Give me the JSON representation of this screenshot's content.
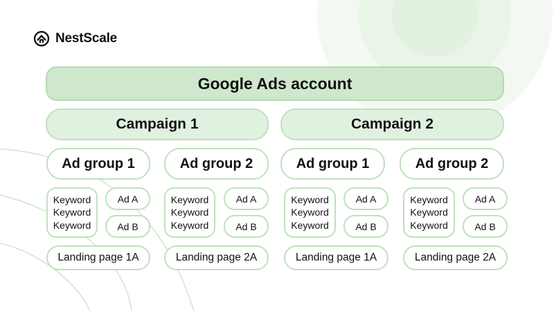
{
  "brand": {
    "name": "NestScale"
  },
  "account": {
    "label": "Google Ads account"
  },
  "campaigns": [
    {
      "label": "Campaign 1",
      "ad_groups": [
        {
          "label": "Ad group 1",
          "keywords": [
            "Keyword",
            "Keyword",
            "Keyword"
          ],
          "ads": [
            "Ad A",
            "Ad B"
          ],
          "landing_page": "Landing page 1A"
        },
        {
          "label": "Ad group 2",
          "keywords": [
            "Keyword",
            "Keyword",
            "Keyword"
          ],
          "ads": [
            "Ad A",
            "Ad B"
          ],
          "landing_page": "Landing page 2A"
        }
      ]
    },
    {
      "label": "Campaign 2",
      "ad_groups": [
        {
          "label": "Ad group 1",
          "keywords": [
            "Keyword",
            "Keyword",
            "Keyword"
          ],
          "ads": [
            "Ad A",
            "Ad B"
          ],
          "landing_page": "Landing page 1A"
        },
        {
          "label": "Ad group 2",
          "keywords": [
            "Keyword",
            "Keyword",
            "Keyword"
          ],
          "ads": [
            "Ad A",
            "Ad B"
          ],
          "landing_page": "Landing page 2A"
        }
      ]
    }
  ],
  "colors": {
    "account_fill": "#cfe8cd",
    "campaign_fill": "#e1f1df",
    "border": "#bfe1bc",
    "decor_circle": "#eef7ed"
  }
}
